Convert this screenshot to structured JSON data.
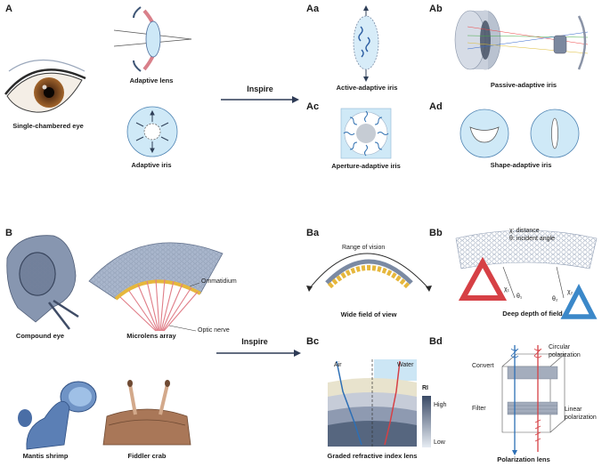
{
  "panels": {
    "A": "A",
    "Aa": "Aa",
    "Ab": "Ab",
    "Ac": "Ac",
    "Ad": "Ad",
    "B": "B",
    "Ba": "Ba",
    "Bb": "Bb",
    "Bc": "Bc",
    "Bd": "Bd"
  },
  "section_a": {
    "eye_label": "Single-chambered eye",
    "adaptive_lens_label": "Adaptive lens",
    "adaptive_iris_label": "Adaptive iris",
    "inspire_label": "Inspire",
    "active_iris_label": "Active-adaptive iris",
    "passive_iris_label": "Passive-adaptive iris",
    "aperture_iris_label": "Aperture-adaptive iris",
    "shape_iris_label": "Shape-adaptive iris"
  },
  "section_b": {
    "compound_eye_label": "Compound eye",
    "microlens_label": "Microlens array",
    "ommatidium_label": "Ommatidium",
    "optic_nerve_label": "Optic nerve",
    "inspire_label": "Inspire",
    "mantis_label": "Mantis shrimp",
    "fiddler_label": "Fiddler crab",
    "range_label": "Range of vision",
    "wide_fov_label": "Wide field of view",
    "chi_def": "χ:  distance",
    "theta_def": "θ:  incident angle",
    "chi1": "χ₁",
    "theta1": "θ₁",
    "chi2": "χ₂",
    "theta2": "θ₂",
    "deep_depth_label": "Deep depth of field",
    "air_label": "Air",
    "water_label": "Water",
    "ri_label": "RI",
    "high_label": "High",
    "low_label": "Low",
    "graded_label": "Graded refractive index lens",
    "circular_label": "Circular polarization",
    "convert_label": "Convert",
    "filter_label": "Filter",
    "linear_label": "Linear polarization",
    "polarization_lens_label": "Polarization lens"
  }
}
